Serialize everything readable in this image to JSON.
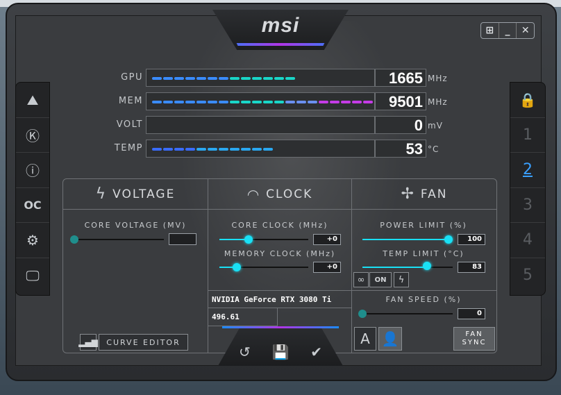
{
  "window": {
    "logo": "msi",
    "controls": {
      "windows": "⊞",
      "minimize": "_",
      "close": "✕"
    }
  },
  "sidebar_left": [
    {
      "name": "msi-logo-icon",
      "glyph": "⛰"
    },
    {
      "name": "k-boost-icon",
      "glyph": "Ⓚ"
    },
    {
      "name": "info-icon",
      "glyph": "ⓘ"
    },
    {
      "name": "oc-scanner-icon",
      "glyph": "OC"
    },
    {
      "name": "settings-icon",
      "glyph": "⚙"
    },
    {
      "name": "monitoring-icon",
      "glyph": "🖵"
    }
  ],
  "sidebar_right": {
    "lock": "🔒",
    "profiles": [
      "1",
      "2",
      "3",
      "4",
      "5"
    ],
    "active_profile": "2"
  },
  "monitor": {
    "gpu": {
      "label": "GPU",
      "value": "1665",
      "unit": "MHz",
      "level": 0.65
    },
    "mem": {
      "label": "MEM",
      "value": "9501",
      "unit": "MHz",
      "level": 1.0
    },
    "volt": {
      "label": "VOLT",
      "value": "0",
      "unit": "mV",
      "level": 0
    },
    "temp": {
      "label": "TEMP",
      "value": "53",
      "unit": "°C",
      "level": 0.53
    }
  },
  "voltage": {
    "title": "VOLTAGE",
    "core_voltage_label": "CORE VOLTAGE  (MV)",
    "core_voltage_value": "",
    "curve_editor": "CURVE EDITOR"
  },
  "clock": {
    "title": "CLOCK",
    "core_clock_label": "CORE CLOCK (MHz)",
    "core_clock_value": "+0",
    "memory_clock_label": "MEMORY CLOCK (MHz)",
    "memory_clock_value": "+0",
    "gpu_name": "NVIDIA GeForce RTX 3080 Ti",
    "driver": "496.61"
  },
  "fan": {
    "title": "FAN",
    "power_limit_label": "POWER LIMIT (%)",
    "power_limit_value": "100",
    "temp_limit_label": "TEMP LIMIT (°C)",
    "temp_limit_value": "83",
    "link_on": "ON",
    "fan_speed_label": "FAN SPEED (%)",
    "fan_speed_value": "0",
    "auto_label": "A",
    "fan_sync": "FAN\nSYNC"
  },
  "colors": {
    "accent_cyan": "#19e0f5",
    "accent_purple": "#b035e6",
    "accent_blue": "#3aa0ff"
  }
}
